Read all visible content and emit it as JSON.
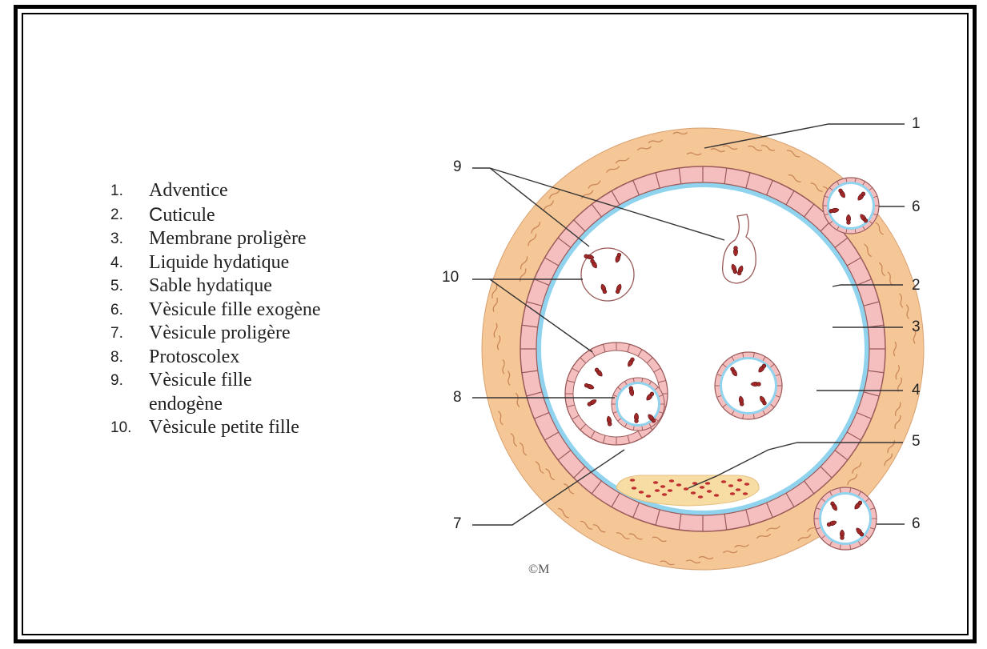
{
  "legend": [
    {
      "num": "1.",
      "label": "Adventice"
    },
    {
      "num": "2.",
      "label": "Cuticule"
    },
    {
      "num": "3.",
      "label": "Membrane proligère"
    },
    {
      "num": "4.",
      "label": "Liquide hydatique"
    },
    {
      "num": "5.",
      "label": "Sable hydatique"
    },
    {
      "num": "6.",
      "label": "Vèsicule fille exogène"
    },
    {
      "num": "7.",
      "label": "Vèsicule proligère"
    },
    {
      "num": "8.",
      "label": "Protoscolex"
    },
    {
      "num": "9.",
      "label": "Vèsicule fille endogène"
    },
    {
      "num": "10.",
      "label": "Vèsicule petite fille"
    }
  ],
  "callouts": {
    "c1": "1",
    "c2": "2",
    "c3": "3",
    "c4": "4",
    "c5": "5",
    "c6a": "6",
    "c6b": "6",
    "c7": "7",
    "c8": "8",
    "c9": "9",
    "c10": "10"
  },
  "signature": "©M",
  "colors": {
    "adventice": "#f6c796",
    "adventice_stroke": "#c9875a",
    "cuticle": "#f5bfbf",
    "cuticle_stroke": "#9a5a5a",
    "proligerous": "#8fd3ee",
    "scolex": "#a02828",
    "sand": "#f7dca3"
  }
}
